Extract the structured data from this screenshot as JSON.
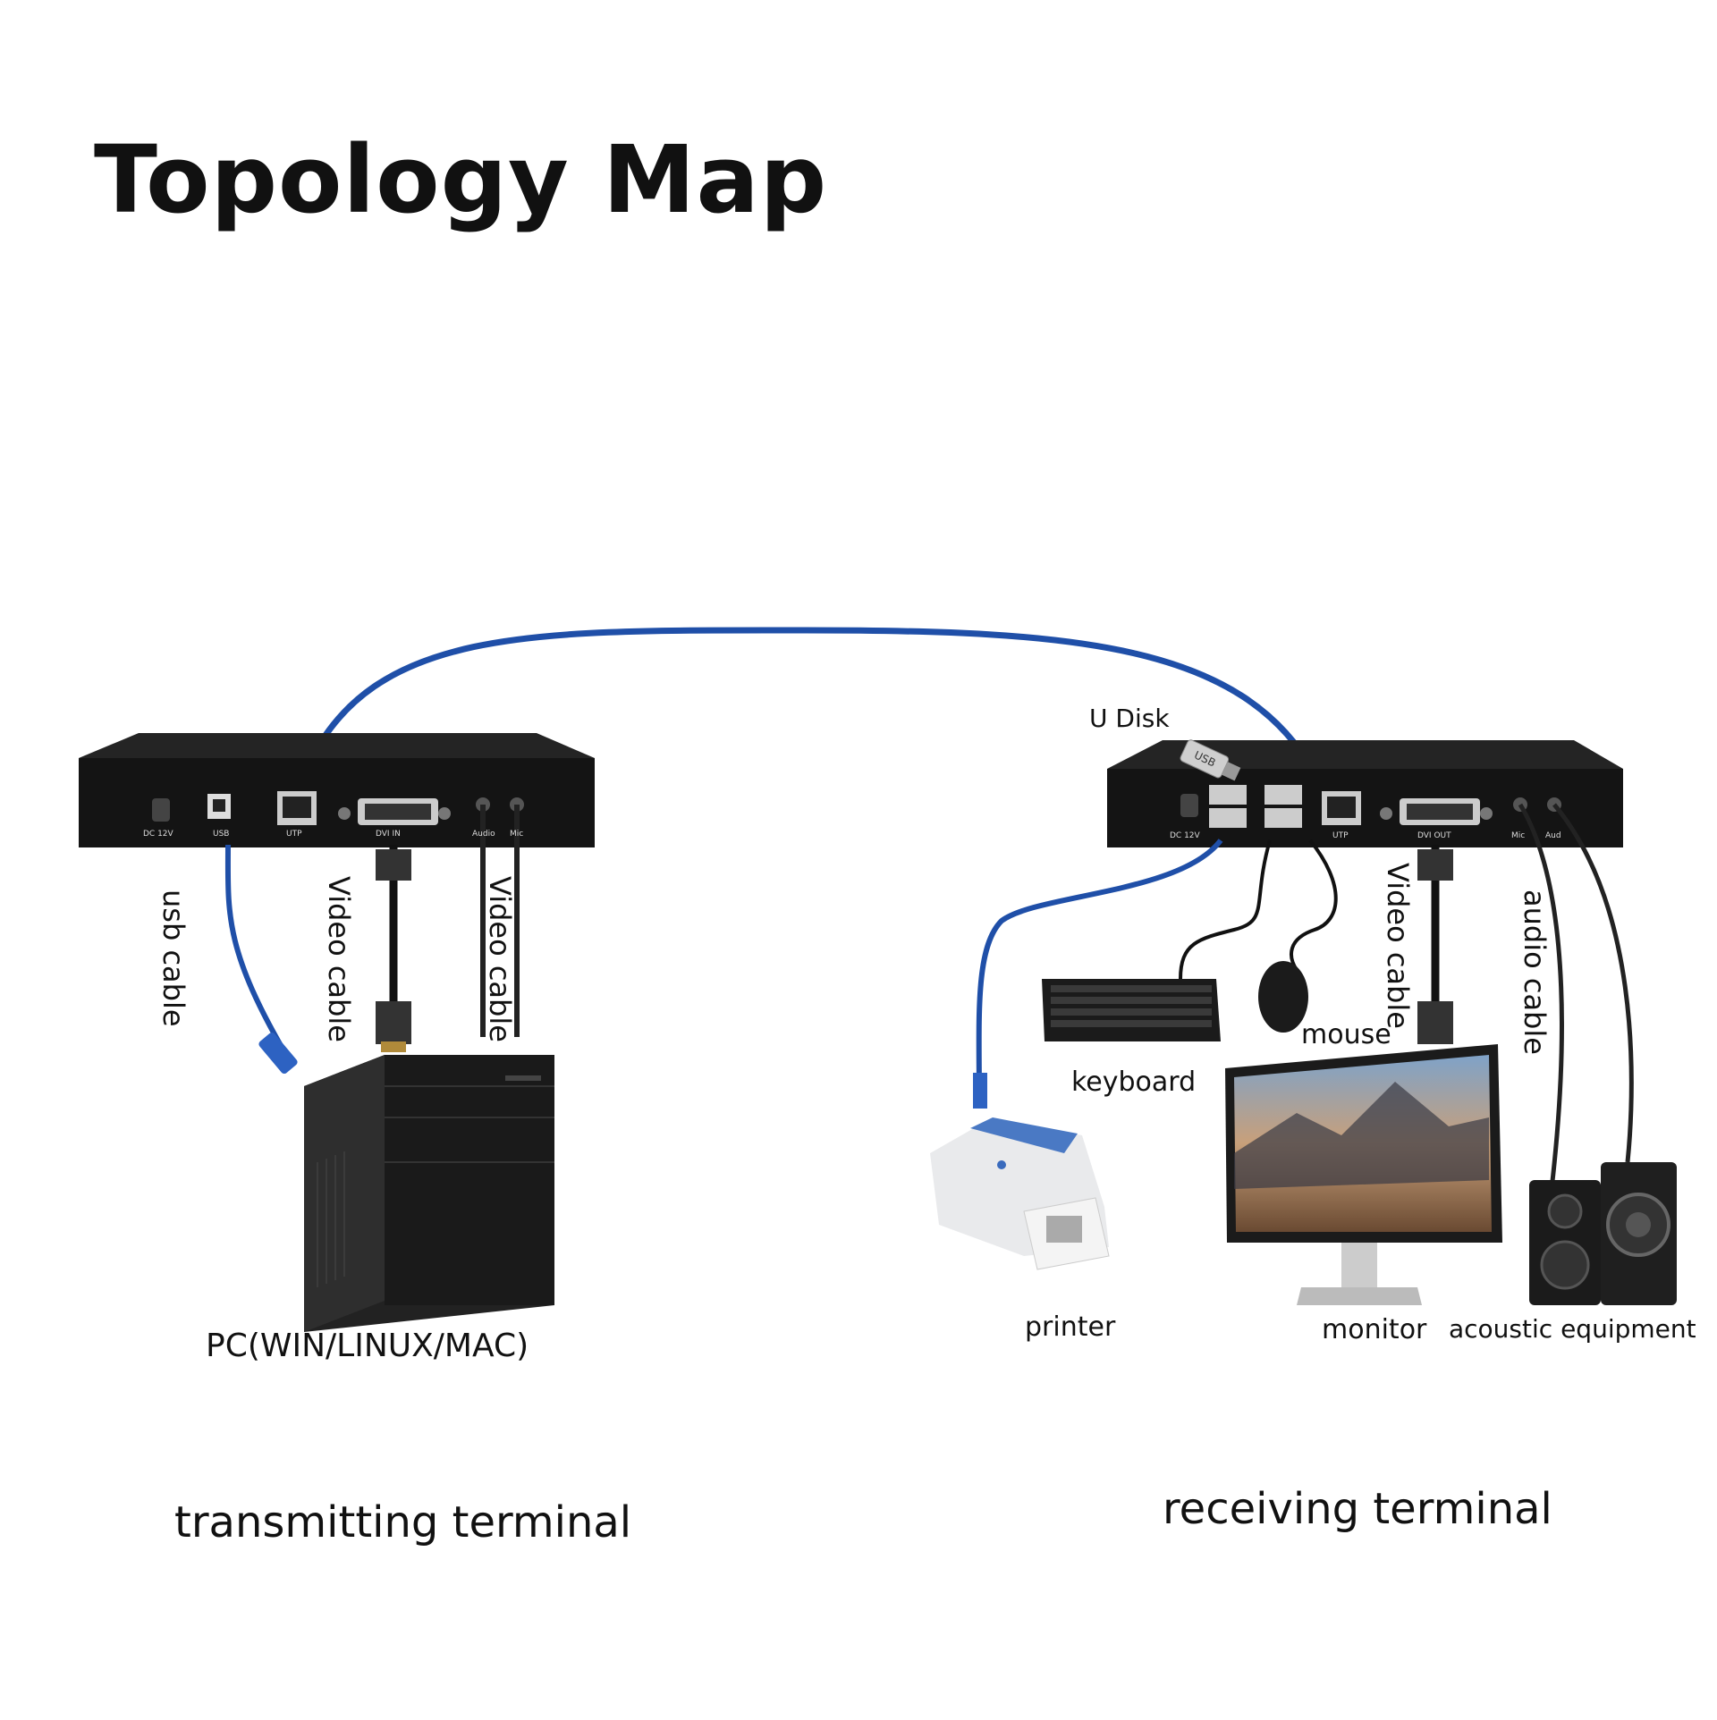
{
  "title": "Topology Map",
  "sections": {
    "transmitting": "transmitting terminal",
    "receiving": "receiving terminal"
  },
  "transmitter": {
    "ports": [
      "DC 12V",
      "USB",
      "UTP",
      "DVI IN",
      "Audio",
      "Mic"
    ],
    "cable_labels": {
      "usb": "usb cable",
      "video_1": "Video cable",
      "video_2": "Video cable"
    },
    "pc_label": "PC(WIN/LINUX/MAC)"
  },
  "receiver": {
    "ports": [
      "DC 12V",
      "UTP",
      "DVI OUT",
      "Mic",
      "Aud"
    ],
    "udisk_label": "U Disk",
    "udisk_text": "USB",
    "cable_labels": {
      "video": "Video cable",
      "audio": "audio cable"
    },
    "devices": {
      "keyboard": "keyboard",
      "mouse": "mouse",
      "printer": "printer",
      "monitor": "monitor",
      "acoustic": "acoustic equipment"
    }
  },
  "colors": {
    "cable_blue": "#1f4fa8",
    "device_black": "#1b1b1b",
    "background": "#ffffff"
  }
}
